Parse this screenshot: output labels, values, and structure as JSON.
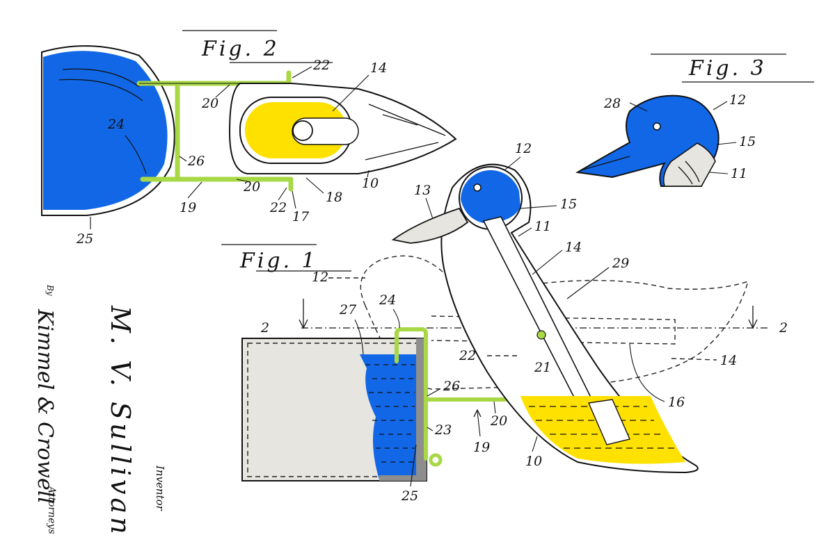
{
  "figures": {
    "fig1": {
      "title": "Fig. 1"
    },
    "fig2": {
      "title": "Fig. 2"
    },
    "fig3": {
      "title": "Fig. 3"
    }
  },
  "reference_numerals": {
    "n10": "10",
    "n11": "11",
    "n12": "12",
    "n13": "13",
    "n14": "14",
    "n15": "15",
    "n16": "16",
    "n17": "17",
    "n18": "18",
    "n19": "19",
    "n20": "20",
    "n21": "21",
    "n22": "22",
    "n23": "23",
    "n24": "24",
    "n25": "25",
    "n26": "26",
    "n27": "27",
    "n28": "28",
    "n29": "29",
    "section2": "2"
  },
  "credits": {
    "inventor_name": "M. V. Sullivan",
    "inventor_label": "Inventor",
    "by_label": "By",
    "attorney_signature": "Kimmel & Crowell",
    "attorneys_label": "Attorneys"
  },
  "colors": {
    "water": "#1167e6",
    "liquid": "#ffe100",
    "tube": "#a8d845",
    "ink": "#111111"
  }
}
